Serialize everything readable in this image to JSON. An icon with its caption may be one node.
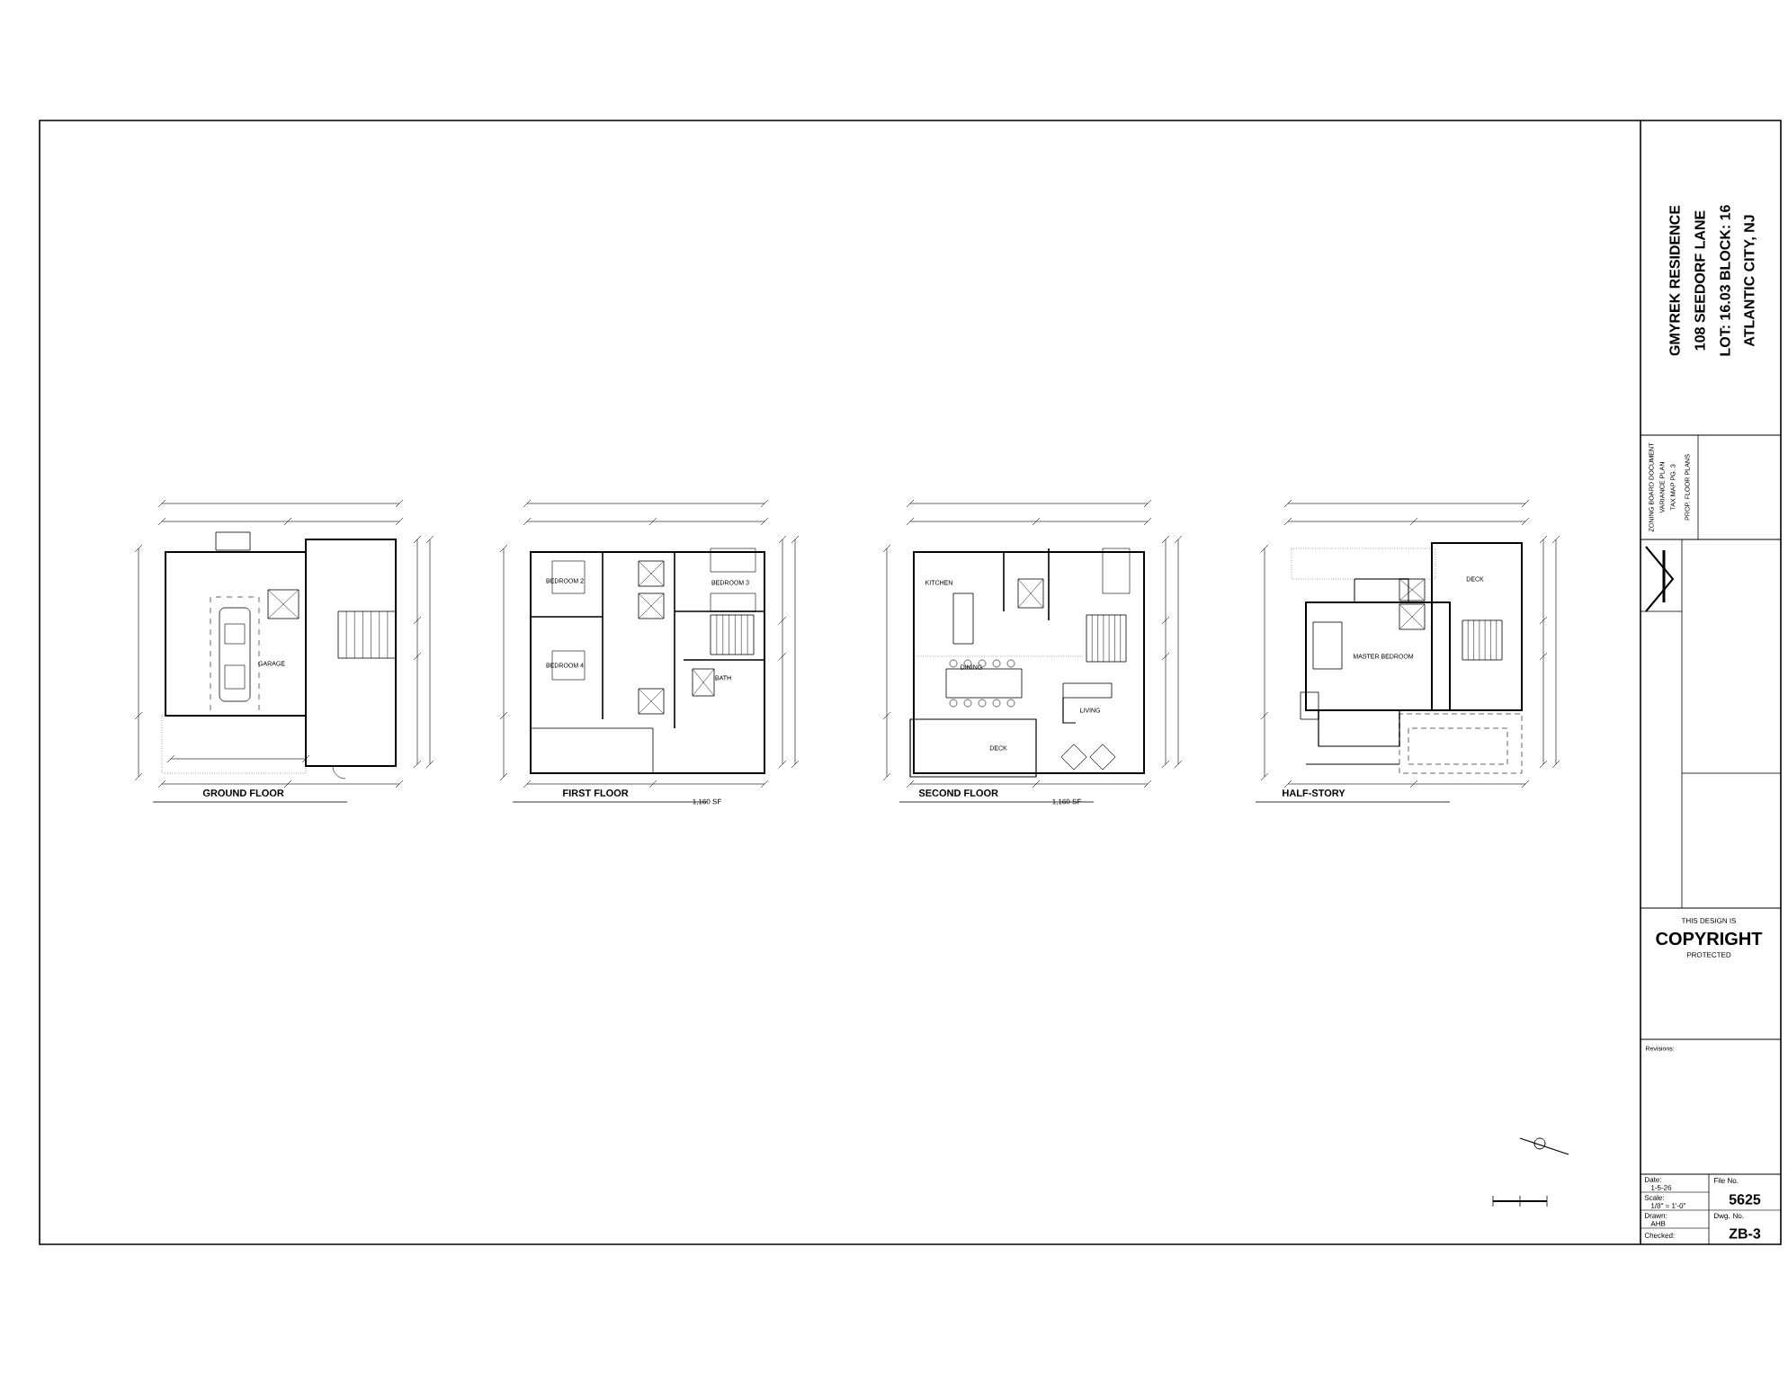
{
  "diagram": {
    "labels": [
      "GROUND FLOOR",
      "FIRST FLOOR",
      "1,160 SF",
      "SECOND FLOOR",
      "1,160 SF",
      "HALF-STORY",
      "GARAGE",
      "BEDROOM 2",
      "BEDROOM 3",
      "BEDROOM 4",
      "BATH",
      "KITCHEN",
      "DINING",
      "LIVING",
      "DECK",
      "MASTER BEDROOM",
      "DECK",
      "GMYREK RESIDENCE",
      "108 SEEDORF LANE",
      "LOT: 16.03   BLOCK: 16",
      "ATLANTIC CITY, NJ",
      "ZONING BOARD DOCUMENT",
      "VARIANCE PLAN",
      "TAX MAP PG. 3",
      "PROP. FLOOR PLANS",
      "THIS DESIGN IS",
      "COPYRIGHT",
      "PROTECTED",
      "Revisions:",
      "Date:",
      "1-5-26",
      "File No.",
      "5625",
      "Scale:",
      "1/8\" = 1'-0\"",
      "Drawn:",
      "AHB",
      "Dwg. No.",
      "ZB-3",
      "Checked:"
    ]
  }
}
